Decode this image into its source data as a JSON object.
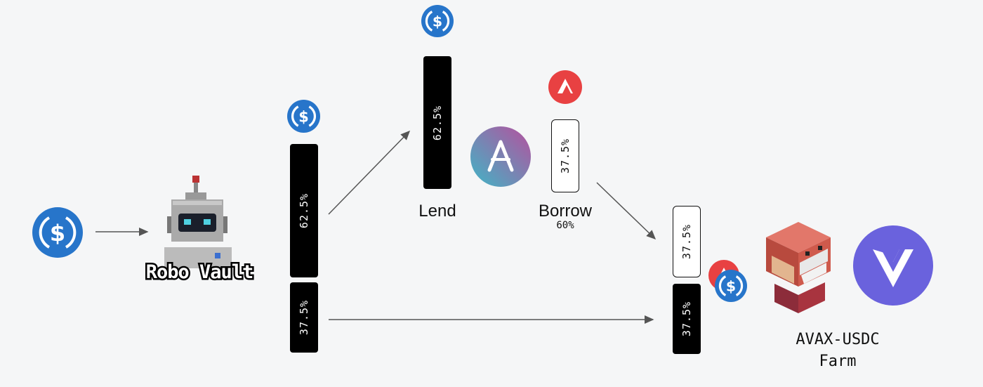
{
  "usdc_source": {
    "icon": "usdc-icon"
  },
  "robovault": {
    "logo_text": "Robo Vault"
  },
  "split": {
    "lend_share": "62.5%",
    "direct_share": "37.5%"
  },
  "lend": {
    "share": "62.5%",
    "label": "Lend",
    "protocol_icon": "aave-icon",
    "asset_icon": "usdc-icon"
  },
  "borrow": {
    "share": "37.5%",
    "label": "Borrow",
    "ratio": "60%",
    "asset_icon": "avax-icon"
  },
  "farm": {
    "avax_share": "37.5%",
    "usdc_share": "37.5%",
    "label_line1": "AVAX-USDC",
    "label_line2": "Farm",
    "icons": [
      "avax-icon",
      "usdc-icon",
      "joe-character-icon",
      "vector-finance-icon"
    ]
  },
  "colors": {
    "usdc": "#2775ca",
    "avax": "#e84142",
    "aave_start": "#3fb6c6",
    "aave_end": "#b6509e",
    "vector": "#6a62dd",
    "bar_dark": "#000000"
  }
}
